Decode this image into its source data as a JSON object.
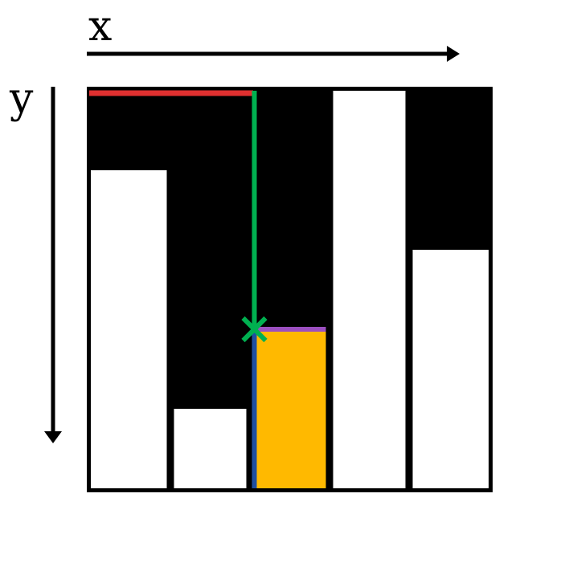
{
  "axes": {
    "x_label": "x",
    "y_label": "y"
  },
  "grid": {
    "columns": 5,
    "column_fill_fractions": [
      0.8,
      0.2,
      0.4,
      1.0,
      0.6
    ],
    "highlighted_column_index": 2
  },
  "colors": {
    "background": "#000000",
    "bar": "#ffffff",
    "highlight_fill": "#ffb900",
    "top_edge": "#e03030",
    "pointer_line": "#00b050",
    "marker": "#00b050",
    "bar_top_edge": "#9b4fc0",
    "bar_left_edge": "#1f4fa0"
  },
  "icons": {
    "marker": "cross-marker-icon"
  }
}
